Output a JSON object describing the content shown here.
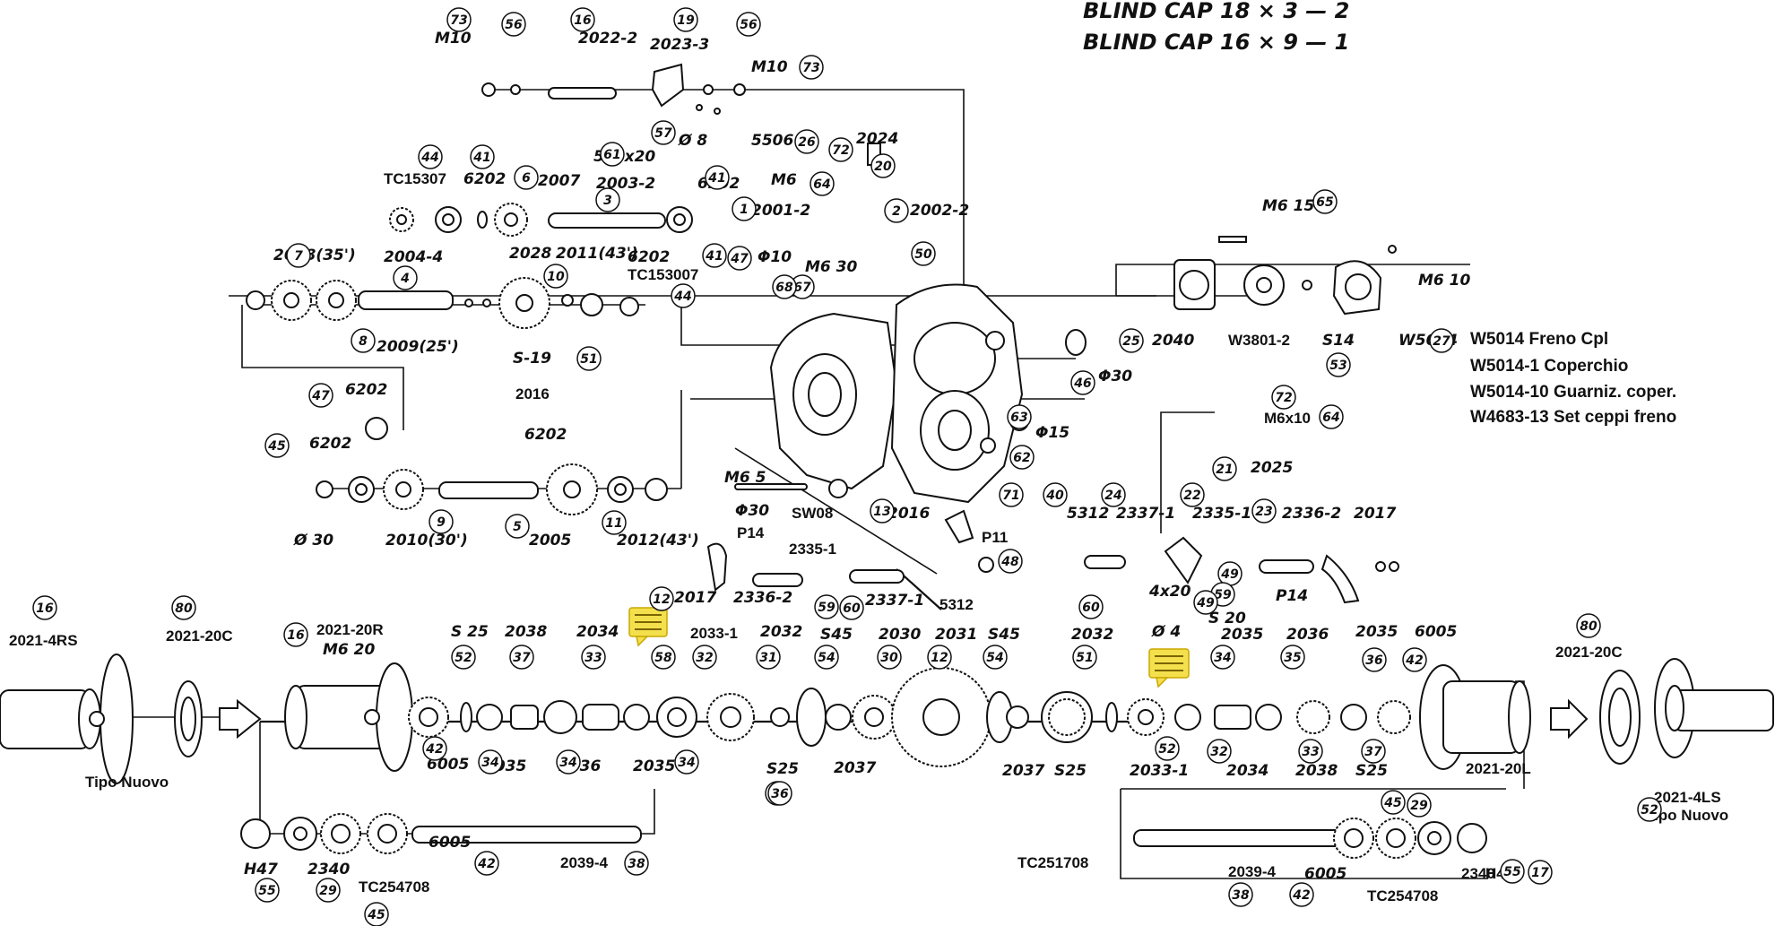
{
  "header_notes": [
    "BLIND CAP 18 × 3 — 2",
    "BLIND CAP 16 × 9 — 1"
  ],
  "brake_list": [
    "W5014 Freno Cpl",
    "W5014-1 Coperchio",
    "W5014-10 Guarniz. coper.",
    "W4683-13 Set ceppi freno"
  ],
  "labels": {
    "l_m10_1": "M10",
    "l_2022_2": "2022-2",
    "l_2023_3": "2023-3",
    "l_m10_2": "M10",
    "l_d8": "Ø 8",
    "l_5506": "5506",
    "l_5x5x20": "5x5x20",
    "l_2024": "2024",
    "l_tc15307": "TC15307",
    "l_6202a": "6202",
    "l_2007": "2007",
    "l_2003_2": "2003-2",
    "l_6202b": "6202",
    "l_m6_a": "M6",
    "l_2001_2": "2001-2",
    "l_2002_2": "2002-2",
    "l_m6_15": "M6 15",
    "l_2008": "2008(35')",
    "l_2004_4": "2004-4",
    "l_2028": "2028",
    "l_2011": "2011(43')",
    "l_6202c": "6202",
    "l_tc153007": "TC153007",
    "l_d10": "Φ10",
    "l_m6_30": "M6 30",
    "l_m6_10": "M6 10",
    "l_2009": "2009(25')",
    "l_s19": "S-19",
    "l_2040": "2040",
    "l_w3801_2": "W3801-2",
    "l_s14": "S14",
    "l_w5014": "W5014",
    "l_2016a": "2016",
    "l_6202d": "6202",
    "l_d30a": "Φ30",
    "l_d15": "Φ15",
    "l_m6x10": "M6x10",
    "l_6202e": "6202",
    "l_2025": "2025",
    "l_d30b": "Ø 30",
    "l_6202f": "6202",
    "l_2010": "2010(30')",
    "l_2005": "2005",
    "l_2012": "2012(43')",
    "l_m6x5": "M6 5",
    "l_d30c": "Φ30",
    "l_sw08": "SW08",
    "l_2016b": "2016",
    "l_5312a": "5312",
    "l_2337_1a": "2337-1",
    "l_2335_1a": "2335-1",
    "l_2336_2a": "2336-2",
    "l_2017a": "2017",
    "l_p14a": "P14",
    "l_2335_1b": "2335-1",
    "l_p11": "P11",
    "l_2017b": "2017",
    "l_2336_2b": "2336-2",
    "l_2337_1b": "2337-1",
    "l_5312b": "5312",
    "l_4x20": "4x20",
    "l_p14b": "P14",
    "l_s20": "S 20",
    "l_2021_4rs": "2021-4RS",
    "l_2021_20c_a": "2021-20C",
    "l_2021_20r": "2021-20R",
    "l_m6_20": "M6 20",
    "l_s25a": "S 25",
    "l_2038a": "2038",
    "l_2034a": "2034",
    "l_2033_1a": "2033-1",
    "l_2032a": "2032",
    "l_s45a": "S45",
    "l_2030": "2030",
    "l_2031": "2031",
    "l_s45b": "S45",
    "l_2032b": "2032",
    "l_d4": "Ø 4",
    "l_2035a": "2035",
    "l_2036a": "2036",
    "l_2035b": "2035",
    "l_6005a": "6005",
    "l_2021_20c_b": "2021-20C",
    "l_6005b": "6005",
    "l_2035c": "2035",
    "l_2036b": "2036",
    "l_2035d": "2035",
    "l_s25b": "S25",
    "l_2037a": "2037",
    "l_2037b": "2037",
    "l_s25c": "S25",
    "l_2033_1b": "2033-1",
    "l_2034b": "2034",
    "l_2038b": "2038",
    "l_s25d": "S25",
    "l_2021_20l": "2021-20L",
    "l_tipo_a": "Tipo Nuovo",
    "l_2021_4ls": "2021-4LS",
    "l_tipo_b": "Tipo Nuovo",
    "l_h47a": "H47",
    "l_2340a": "2340",
    "l_tc254708a": "TC254708",
    "l_6005c": "6005",
    "l_2039_4a": "2039-4",
    "l_tc251708": "TC251708",
    "l_2039_4b": "2039-4",
    "l_6005d": "6005",
    "l_tc254708b": "TC254708",
    "l_2340b": "2340",
    "l_h47b": "H47"
  },
  "callouts": [
    "73",
    "56",
    "16",
    "19",
    "56",
    "73",
    "57",
    "26",
    "61",
    "72",
    "20",
    "44",
    "41",
    "6",
    "3",
    "41",
    "64",
    "1",
    "2",
    "50",
    "65",
    "7",
    "4",
    "10",
    "41",
    "44",
    "47",
    "67",
    "68",
    "8",
    "51",
    "27",
    "25",
    "53",
    "47",
    "46",
    "63",
    "45",
    "72",
    "64",
    "21",
    "40",
    "9",
    "5",
    "11",
    "13",
    "62",
    "71",
    "48",
    "24",
    "22",
    "23",
    "49",
    "12",
    "59",
    "60",
    "60",
    "59",
    "49",
    "16",
    "80",
    "16",
    "52",
    "37",
    "33",
    "58",
    "32",
    "31",
    "54",
    "30",
    "12",
    "54",
    "51",
    "34",
    "35",
    "36",
    "42",
    "80",
    "42",
    "34",
    "34",
    "34",
    "62",
    "36",
    "52",
    "32",
    "33",
    "37",
    "52",
    "17",
    "55",
    "29",
    "45",
    "42",
    "38",
    "38",
    "42",
    "45",
    "29",
    "55"
  ]
}
